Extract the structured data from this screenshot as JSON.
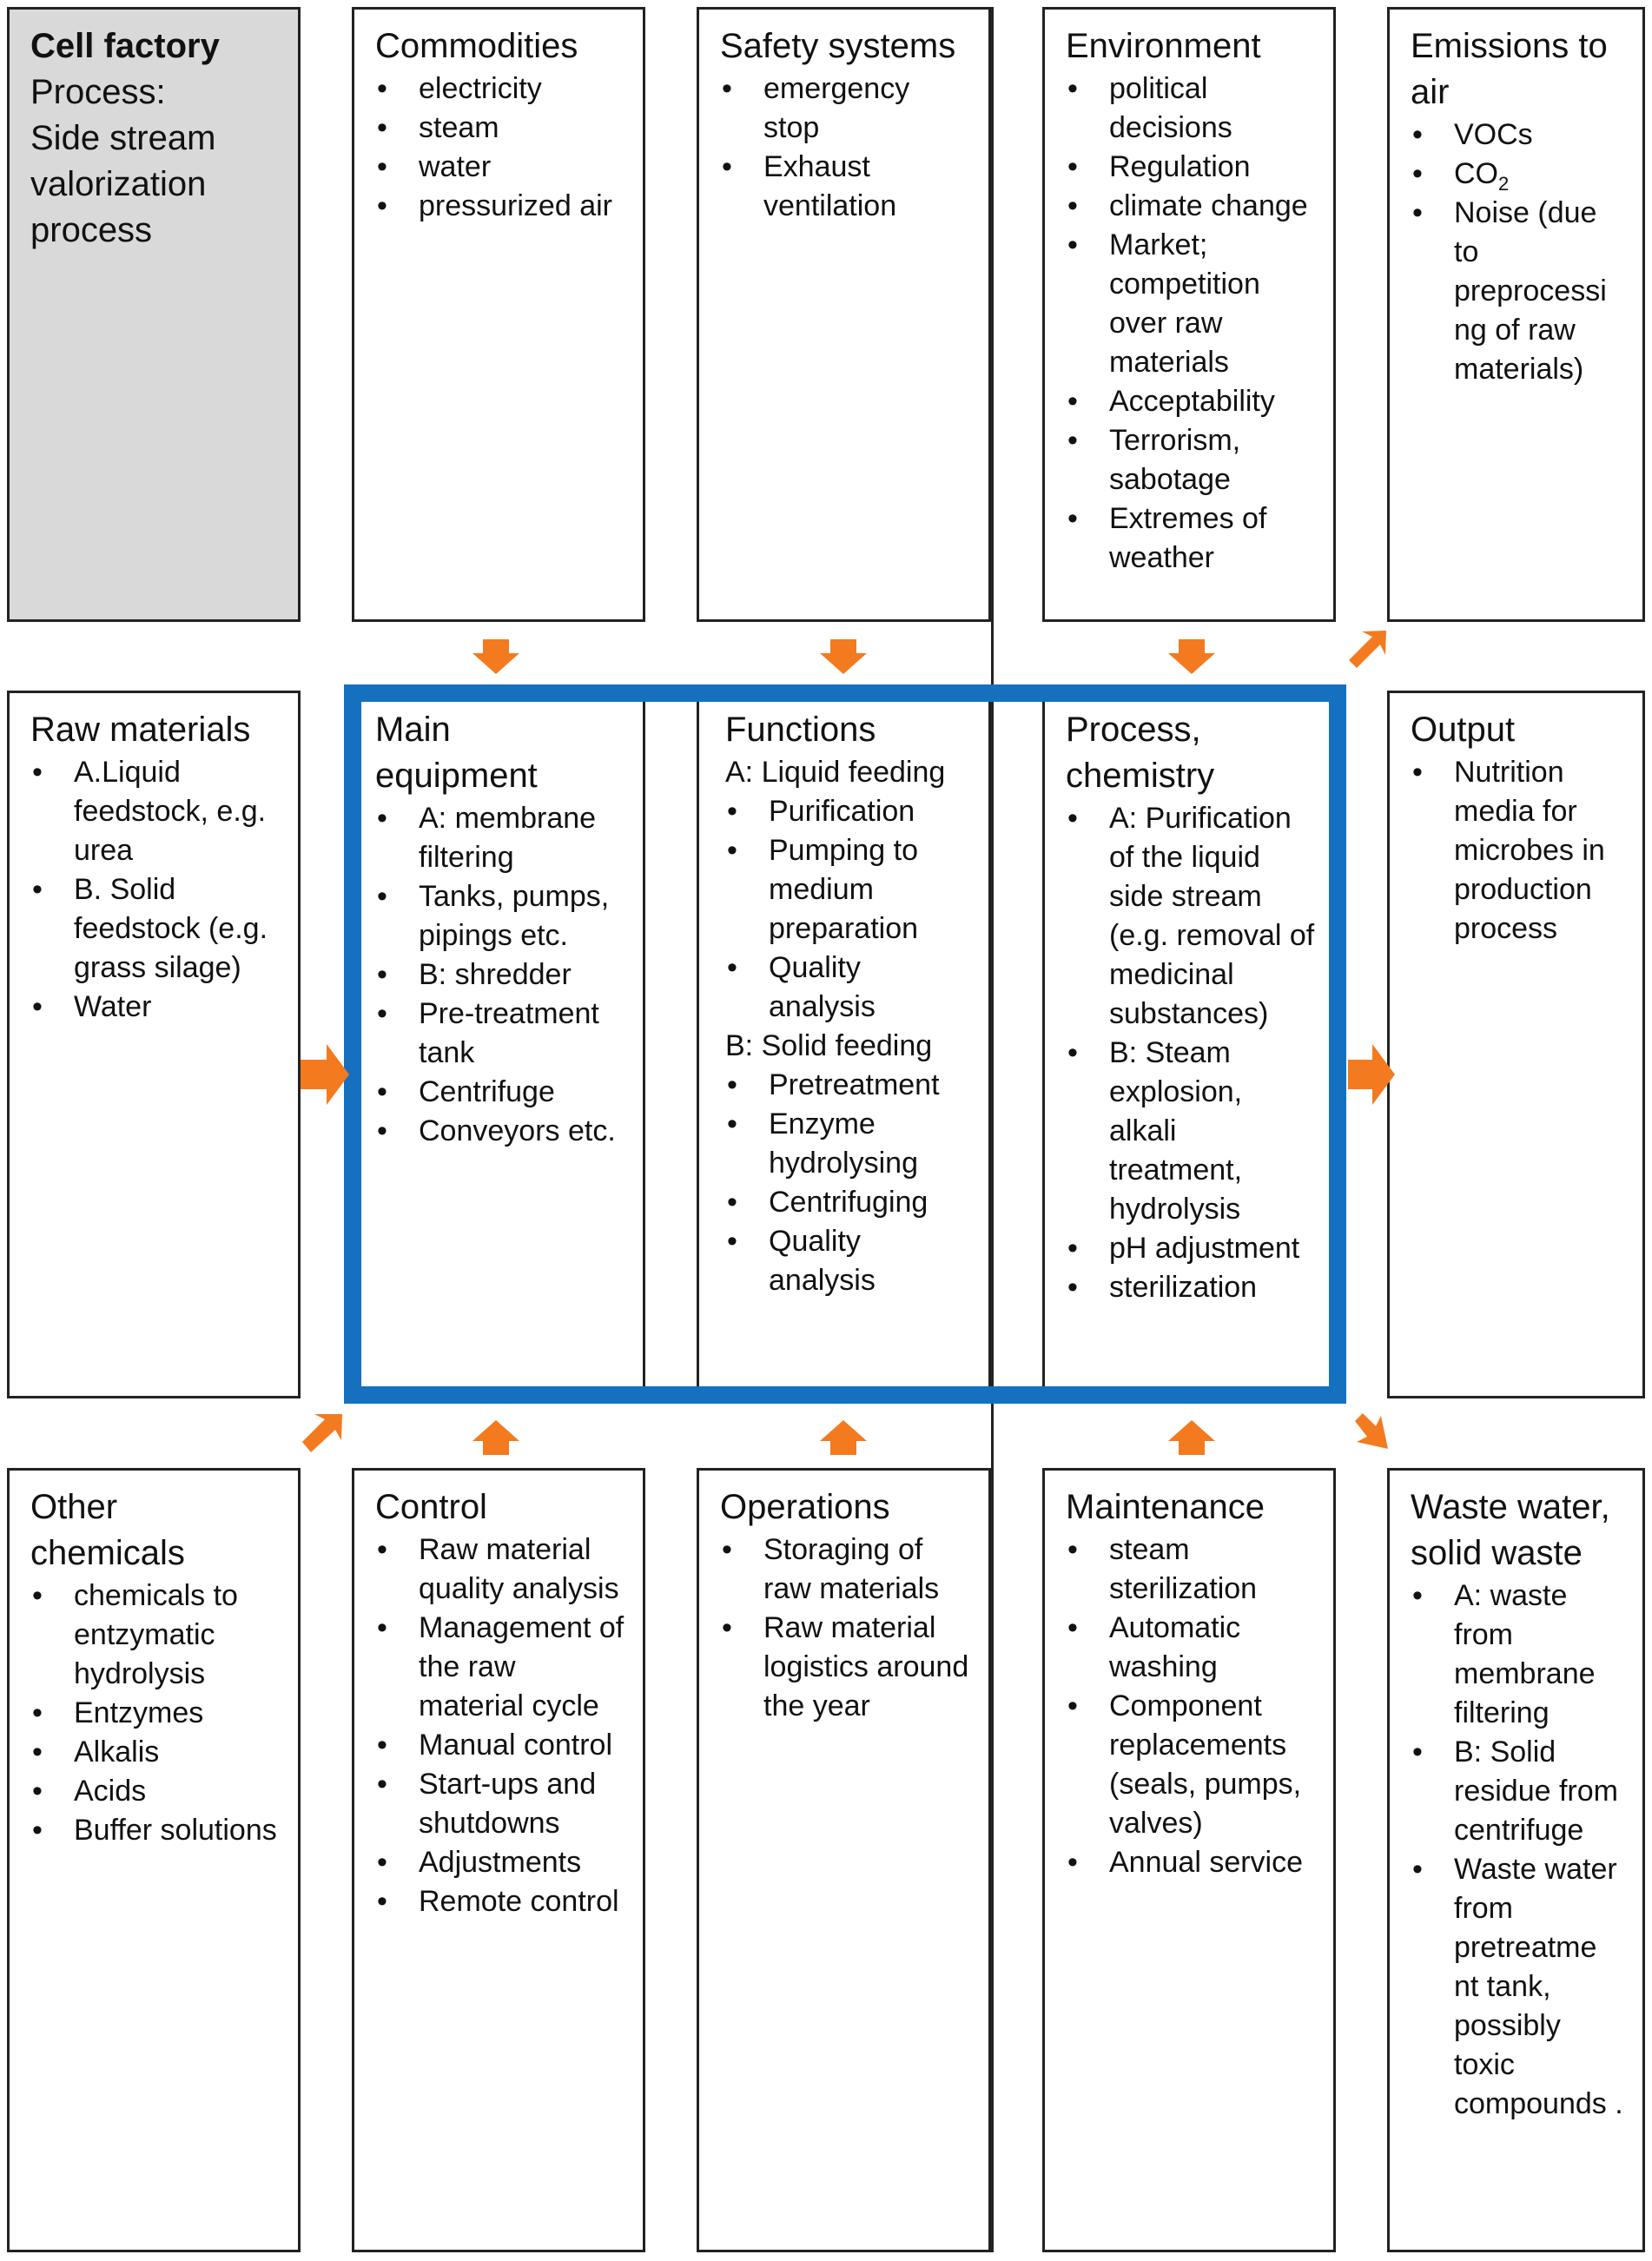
{
  "colors": {
    "arrow": "#F47A1F",
    "frame": "#1570C0",
    "gray_box": "#D9D9D9",
    "border": "#222222"
  },
  "cell_factory": {
    "line1": "Cell factory",
    "line2": "Process:",
    "line3": "Side stream",
    "line4": "valorization",
    "line5": "process"
  },
  "commodities": {
    "title": "Commodities",
    "items": [
      "electricity",
      "steam",
      "water",
      "pressurized air"
    ]
  },
  "safety": {
    "title": "Safety systems",
    "items": [
      "emergency stop",
      "Exhaust ventilation"
    ]
  },
  "environment": {
    "title": "Environment",
    "items": [
      "political decisions",
      "Regulation",
      "climate change",
      "Market; competition over raw materials",
      "Acceptability",
      "Terrorism, sabotage",
      "Extremes of weather"
    ]
  },
  "emissions": {
    "title": "Emissions to air",
    "item1": "VOCs",
    "item2_main": "CO",
    "item2_sub": "2",
    "item3": "Noise (due to preprocessi ng of raw materials)"
  },
  "raw_materials": {
    "title": "Raw materials",
    "items": [
      "A.Liquid feedstock, e.g. urea",
      "B. Solid feedstock (e.g. grass silage)",
      "Water"
    ]
  },
  "main_equipment": {
    "title": "Main equipment",
    "items": [
      "A: membrane filtering",
      "Tanks, pumps, pipings etc.",
      "B: shredder",
      "Pre-treatment tank",
      "Centrifuge",
      "Conveyors etc."
    ]
  },
  "functions": {
    "title": "Functions",
    "head_a": "A: Liquid feeding",
    "items_a": [
      "Purification",
      "Pumping to medium preparation",
      "Quality analysis"
    ],
    "head_b": "B: Solid feeding",
    "items_b": [
      "Pretreatment",
      "Enzyme hydrolysing",
      "Centrifuging",
      "Quality analysis"
    ]
  },
  "process": {
    "title": "Process, chemistry",
    "items": [
      "A: Purification of the liquid side stream (e.g. removal of medicinal substances)",
      "B: Steam explosion, alkali treatment, hydrolysis",
      "pH adjustment",
      "sterilization"
    ]
  },
  "output": {
    "title": "Output",
    "items": [
      "Nutrition media for microbes in production process"
    ]
  },
  "other_chemicals": {
    "title": "Other chemicals",
    "items": [
      "chemicals to entzymatic hydrolysis",
      "Entzymes",
      "Alkalis",
      "Acids",
      "Buffer solutions"
    ]
  },
  "control": {
    "title": "Control",
    "items": [
      "Raw material quality analysis",
      "Management of the raw material cycle",
      "Manual control",
      "Start-ups and shutdowns",
      "Adjustments",
      "Remote control"
    ]
  },
  "operations": {
    "title": "Operations",
    "items": [
      "Storaging of raw materials",
      "Raw material logistics around the year"
    ]
  },
  "maintenance": {
    "title": "Maintenance",
    "items": [
      " steam sterilization",
      "Automatic washing",
      "Component replacements (seals, pumps, valves)",
      "Annual service"
    ]
  },
  "waste": {
    "title": "Waste water, solid waste",
    "items": [
      "A: waste from membrane filtering",
      "B: Solid residue from centrifuge",
      "Waste water from pretreatme nt tank, possibly toxic compounds ."
    ]
  }
}
